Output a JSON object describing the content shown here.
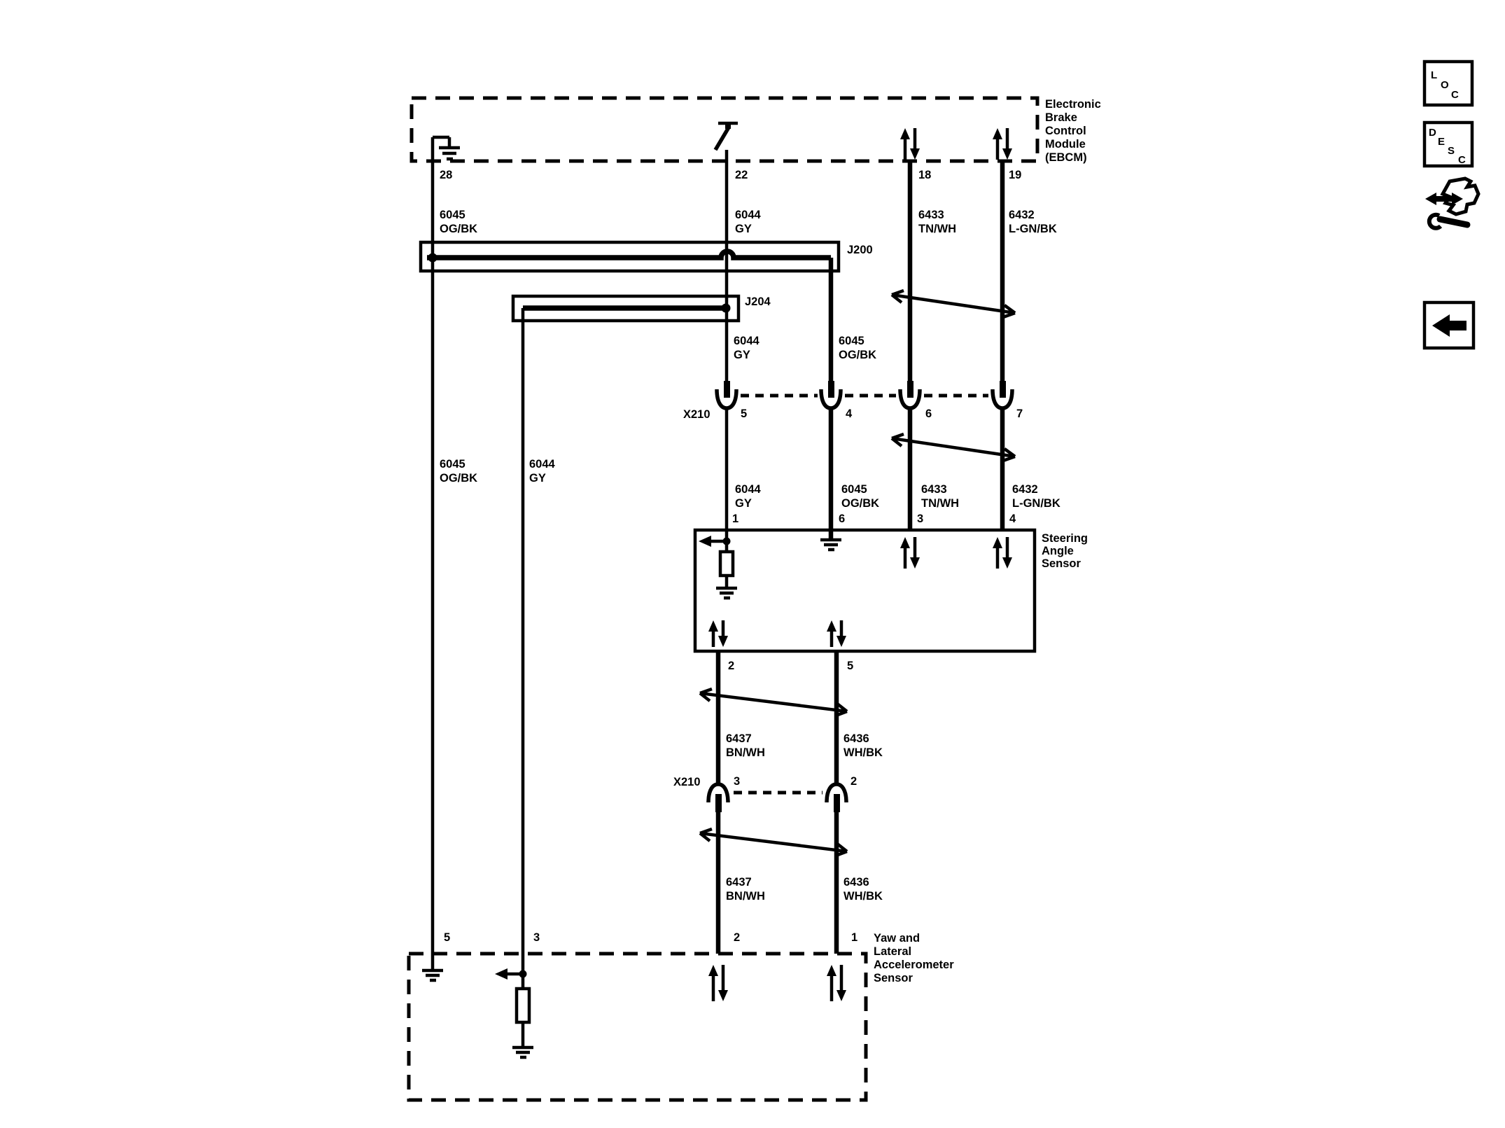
{
  "page": {
    "background": "#ffffff",
    "line_color": "#000000"
  },
  "components": {
    "ebcm": {
      "name_lines": [
        "Electronic",
        "Brake",
        "Control",
        "Module",
        "(EBCM)"
      ],
      "pins": {
        "p28": "28",
        "p22": "22",
        "p18": "18",
        "p19": "19"
      }
    },
    "steering_angle_sensor": {
      "name_lines": [
        "Steering",
        "Angle",
        "Sensor"
      ],
      "top_pins": {
        "p1": "1",
        "p6": "6",
        "p3": "3",
        "p4": "4"
      },
      "bottom_pins": {
        "p2": "2",
        "p5": "5"
      }
    },
    "yaw_sensor": {
      "name_lines": [
        "Yaw and",
        "Lateral",
        "Accelerometer",
        "Sensor"
      ],
      "pins": {
        "p5": "5",
        "p3": "3",
        "p2": "2",
        "p1": "1"
      }
    }
  },
  "splices": {
    "j200": "J200",
    "j204": "J204"
  },
  "connectors": {
    "x210_upper": {
      "label": "X210",
      "pins": {
        "a": "5",
        "b": "4",
        "c": "6",
        "d": "7"
      }
    },
    "x210_lower": {
      "label": "X210",
      "pins": {
        "a": "3",
        "b": "2"
      }
    }
  },
  "wire_labels": {
    "a_top": {
      "code": "6045",
      "color": "OG/BK"
    },
    "c_top": {
      "code": "6044",
      "color": "GY"
    },
    "e_top": {
      "code": "6433",
      "color": "TN/WH"
    },
    "f_top": {
      "code": "6432",
      "color": "L-GN/BK"
    },
    "c_mid": {
      "code": "6044",
      "color": "GY"
    },
    "d_mid": {
      "code": "6045",
      "color": "OG/BK"
    },
    "a_run": {
      "code": "6045",
      "color": "OG/BK"
    },
    "b_run": {
      "code": "6044",
      "color": "GY"
    },
    "c_sas": {
      "code": "6044",
      "color": "GY"
    },
    "d_sas": {
      "code": "6045",
      "color": "OG/BK"
    },
    "e_sas": {
      "code": "6433",
      "color": "TN/WH"
    },
    "f_sas": {
      "code": "6432",
      "color": "L-GN/BK"
    },
    "g_up": {
      "code": "6437",
      "color": "BN/WH"
    },
    "h_up": {
      "code": "6436",
      "color": "WH/BK"
    },
    "g_low": {
      "code": "6437",
      "color": "BN/WH"
    },
    "h_low": {
      "code": "6436",
      "color": "WH/BK"
    }
  },
  "toolbar": {
    "loc_letters": [
      "L",
      "O",
      "C"
    ],
    "desc_letters": [
      "D",
      "E",
      "S",
      "C"
    ]
  }
}
